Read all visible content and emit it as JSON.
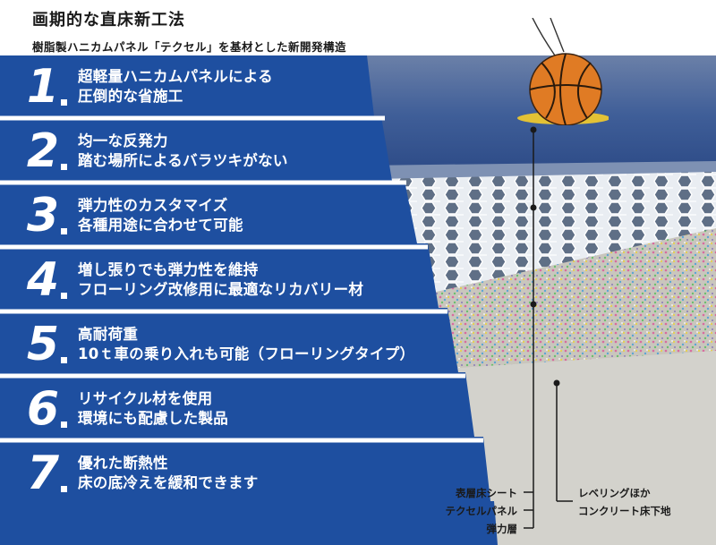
{
  "header": {
    "title": "画期的な直床新工法",
    "subtitle": "樹脂製ハニカムパネル「テクセル」を基材とした新開発構造"
  },
  "features": [
    {
      "number": "1",
      "line1": "超軽量ハニカムパネルによる",
      "line2": "圧倒的な省施工"
    },
    {
      "number": "2",
      "line1": "均一な反発力",
      "line2": "踏む場所によるバラツキがない"
    },
    {
      "number": "3",
      "line1": "弾力性のカスタマイズ",
      "line2": "各種用途に合わせて可能"
    },
    {
      "number": "4",
      "line1": "増し張りでも弾力性を維持",
      "line2": "フローリング改修用に最適なリカバリー材"
    },
    {
      "number": "5",
      "line1": "高耐荷重",
      "line2": "10ｔ車の乗り入れも可能（フローリングタイプ）"
    },
    {
      "number": "6",
      "line1": "リサイクル材を使用",
      "line2": "環境にも配慮した製品"
    },
    {
      "number": "7",
      "line1": "優れた断熱性",
      "line2": "床の底冷えを緩和できます"
    }
  ],
  "diagram_labels": {
    "surface_sheet": "表層床シート",
    "texel_panel": "テクセルパネル",
    "elastic_layer": "弾力層",
    "leveling_line1": "レベリングほか",
    "leveling_line2": "コンクリート床下地"
  },
  "colors": {
    "band_blue": "#1e4fa0",
    "divider": "#ffffff",
    "sky": "#3f5e98"
  },
  "icons": [
    "basketball-icon"
  ]
}
